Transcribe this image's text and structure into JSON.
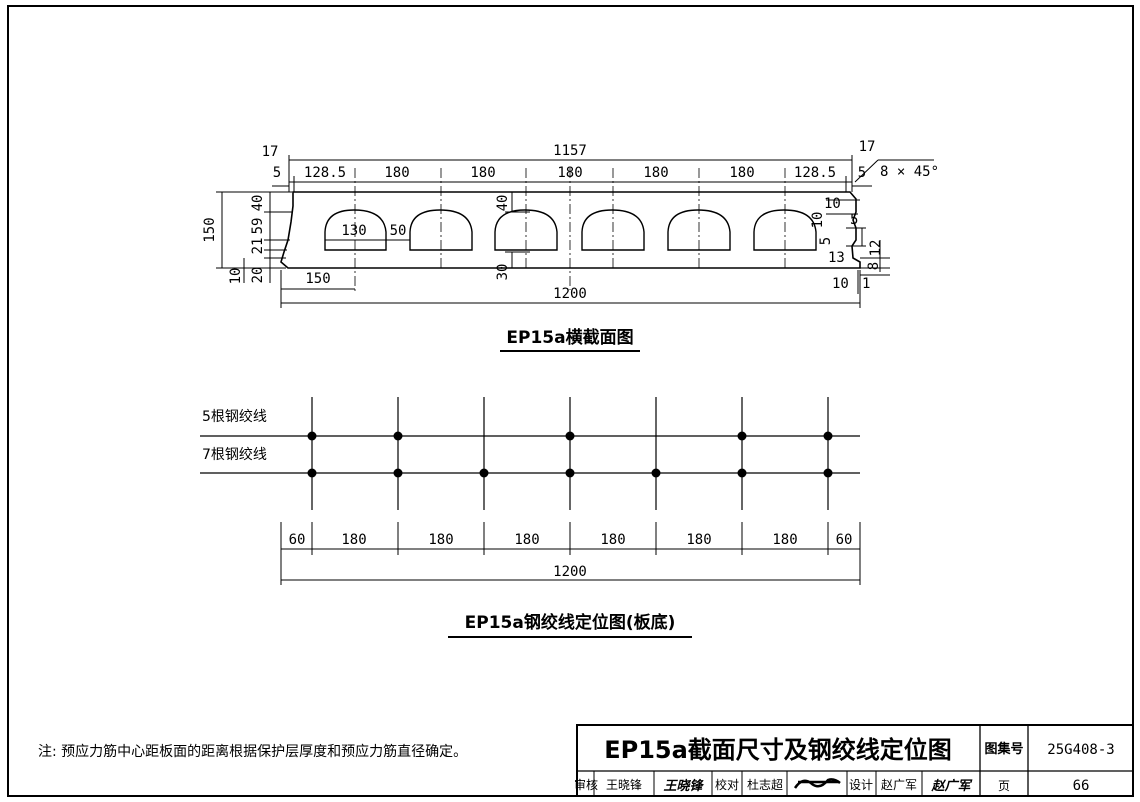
{
  "section_view": {
    "caption": "EP15a横截面图",
    "top_overall": "1157",
    "top_segments": [
      "128.5",
      "180",
      "180",
      "180",
      "180",
      "180",
      "128.5"
    ],
    "top_left_small": [
      "17",
      "5"
    ],
    "top_right_small": [
      "17",
      "5"
    ],
    "chamfer": "8 × 45°",
    "left_height_total": "150",
    "left_height_parts": [
      "40",
      "59",
      "21",
      "20",
      "10"
    ],
    "hole_width": "130",
    "hole_gap": "50",
    "hole_top_offset": "40",
    "hole_bottom_offset": "30",
    "right_notes": [
      "10",
      "10",
      "5",
      "5",
      "13",
      "12",
      "10",
      "8",
      "1"
    ],
    "bottom_left_dim": "150",
    "bottom_overall": "1200"
  },
  "strand_view": {
    "caption": "EP15a钢绞线定位图(板底)",
    "row_labels": [
      "5根钢绞线",
      "7根钢绞线"
    ],
    "spacings": [
      "60",
      "180",
      "180",
      "180",
      "180",
      "180",
      "180",
      "60"
    ],
    "overall": "1200"
  },
  "note": "注: 预应力筋中心距板面的距离根据保护层厚度和预应力筋直径确定。",
  "title_block": {
    "title": "EP15a截面尺寸及钢绞线定位图",
    "atlas_label": "图集号",
    "atlas_no": "25G408-3",
    "review_label": "审核",
    "reviewer": "王晓锋",
    "reviewer_sig": "王晓锋",
    "check_label": "校对",
    "checker": "杜志超",
    "design_label": "设计",
    "designer": "赵广军",
    "designer_sig": "赵广军",
    "page_label": "页",
    "page_no": "66"
  }
}
